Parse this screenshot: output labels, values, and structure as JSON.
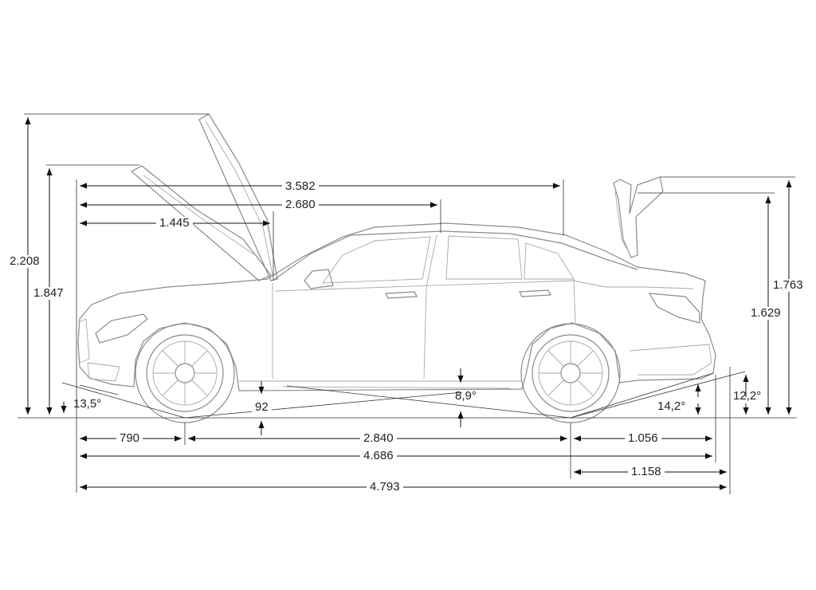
{
  "dimensions": {
    "height_bonnet_open": "2.208",
    "height_bonnet_closed_edge": "1.847",
    "height_trunk_open": "1.763",
    "height_trunk_edge": "1.629",
    "front_axle_to_rear_hinge": "3.582",
    "front_axle_to_b_pillar": "2.680",
    "front_to_a_pillar": "1.445",
    "front_overhang": "790",
    "wheelbase": "2.840",
    "rear_overhang": "1.056",
    "length_body": "4.686",
    "rear_overhang_total": "1.158",
    "length_total": "4.793",
    "ground_clearance": "92"
  },
  "angles": {
    "approach": "13,5°",
    "ramp_breakover": "8,9°",
    "departure_body": "14,2°",
    "departure_total": "12,2°"
  },
  "colors": {
    "car_outline": "#8a8a8a",
    "dimension_line": "#111111",
    "background": "#ffffff"
  }
}
